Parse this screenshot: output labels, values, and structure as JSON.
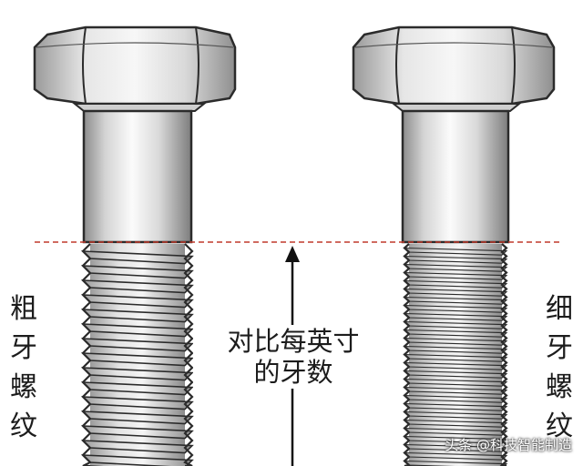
{
  "labels": {
    "left": "粗牙螺纹",
    "right": "细牙螺纹",
    "center_line1": "对比每英寸",
    "center_line2": "的牙数"
  },
  "watermark": "头条 @科技智能制造",
  "icons": {
    "left": "coarse-thread-bolt-icon",
    "right": "fine-thread-bolt-icon",
    "arrow": "up-arrow-icon"
  },
  "colors": {
    "reference_line": "#c0392b",
    "metal_light": "#f2f2f2",
    "metal_mid": "#c9c9c9",
    "metal_dark": "#8d8d8d",
    "outline": "#2b2b2b"
  }
}
